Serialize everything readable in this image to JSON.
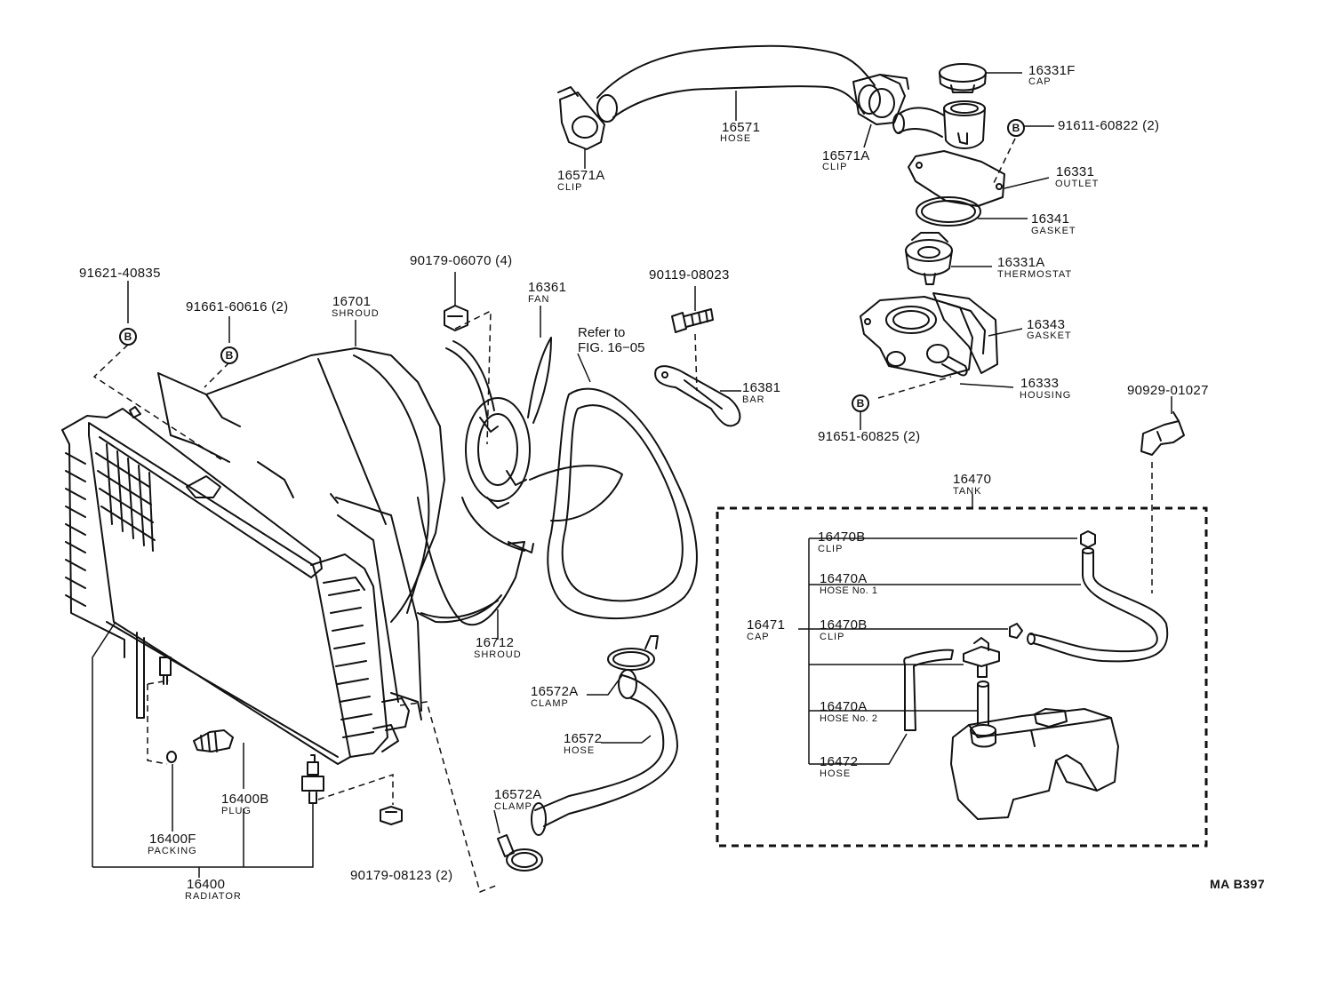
{
  "labels": {
    "clip_l": {
      "num": "16571A",
      "name": "CLIP"
    },
    "hose_top": {
      "num": "16571",
      "name": "HOSE"
    },
    "clip_r": {
      "num": "16571A",
      "name": "CLIP"
    },
    "cap_top": {
      "num": "16331F",
      "name": "CAP"
    },
    "bolt_outlet": {
      "num": "91611-60822 (2)"
    },
    "outlet": {
      "num": "16331",
      "name": "OUTLET"
    },
    "gasket_1": {
      "num": "16341",
      "name": "GASKET"
    },
    "thermostat": {
      "num": "16331A",
      "name": "THERMOSTAT"
    },
    "gasket_2": {
      "num": "16343",
      "name": "GASKET"
    },
    "housing": {
      "num": "16333",
      "name": "HOUSING"
    },
    "bolt_housing": {
      "num": "91651-60825 (2)"
    },
    "clip_tank": {
      "num": "90929-01027"
    },
    "bolt_rad": {
      "num": "91621-40835"
    },
    "bolt_shroud": {
      "num": "91661-60616 (2)"
    },
    "shroud": {
      "num": "16701",
      "name": "SHROUD"
    },
    "nut_fan": {
      "num": "90179-06070 (4)"
    },
    "fan": {
      "num": "16361",
      "name": "FAN"
    },
    "bolt_bar": {
      "num": "90119-08023"
    },
    "bar": {
      "num": "16381",
      "name": "BAR"
    },
    "tank": {
      "num": "16470",
      "name": "TANK"
    },
    "tank_clip_1": {
      "num": "16470B",
      "name": "CLIP"
    },
    "tank_hose_1": {
      "num": "16470A",
      "name": "HOSE No. 1"
    },
    "tank_cap": {
      "num": "16471",
      "name": "CAP"
    },
    "tank_clip_2": {
      "num": "16470B",
      "name": "CLIP"
    },
    "tank_hose_2": {
      "num": "16470A",
      "name": "HOSE No. 2"
    },
    "tank_hose_3": {
      "num": "16472",
      "name": "HOSE"
    },
    "shroud_lower": {
      "num": "16712",
      "name": "SHROUD"
    },
    "clamp_upper": {
      "num": "16572A",
      "name": "CLAMP"
    },
    "hose_lower": {
      "num": "16572",
      "name": "HOSE"
    },
    "clamp_lower": {
      "num": "16572A",
      "name": "CLAMP"
    },
    "plug": {
      "num": "16400B",
      "name": "PLUG"
    },
    "packing": {
      "num": "16400F",
      "name": "PACKING"
    },
    "nut_rad": {
      "num": "90179-08123 (2)"
    },
    "radiator": {
      "num": "16400",
      "name": "RADIATOR"
    }
  },
  "reference": "Refer to\nFIG. 16−05",
  "bubble_letter": "B",
  "diagram_code": "MA B397"
}
